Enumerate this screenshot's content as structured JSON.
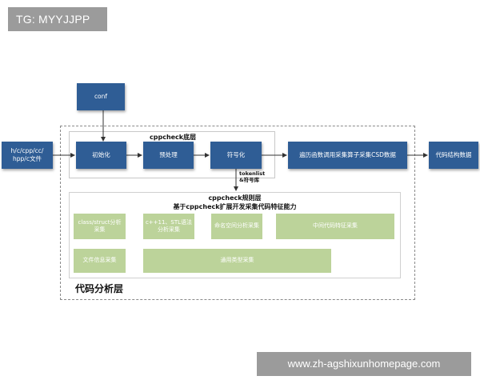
{
  "watermarks": {
    "top_left": "TG: MYYJJPP",
    "bottom_right": "www.zh-agshixunhomepage.com"
  },
  "nodes": {
    "input": [
      "h/c/cpp/cc/",
      "hpp/c文件"
    ],
    "conf": "conf",
    "init": "初始化",
    "preprocess": "预处理",
    "tokenize": "符号化",
    "traverse": "遍历函数调用采集算子采集CSD数据",
    "output": "代码结构数据"
  },
  "labels": {
    "cppcheck_base": "cppcheck底层",
    "tokenlist": [
      "tokenlist",
      "&符号库"
    ],
    "rule_layer_title": "cppcheck规则层",
    "rule_layer_subtitle": "基于cppcheck扩展开发采集代码特征能力",
    "analysis_layer": "代码分析层"
  },
  "feature_boxes": {
    "class_struct": [
      "class/struct分析",
      "采集"
    ],
    "cpp11_stl": [
      "c++11、STL语法",
      "分析采集"
    ],
    "namespace": "命名空间分析采集",
    "intermediate": "中间代码特征采集",
    "file_info": "文件信息采集",
    "generic_type": "通用类型采集"
  },
  "colors": {
    "node_blue": "#2f5d95",
    "feature_green": "#bcd39a",
    "watermark_gray": "#9b9b9b"
  }
}
